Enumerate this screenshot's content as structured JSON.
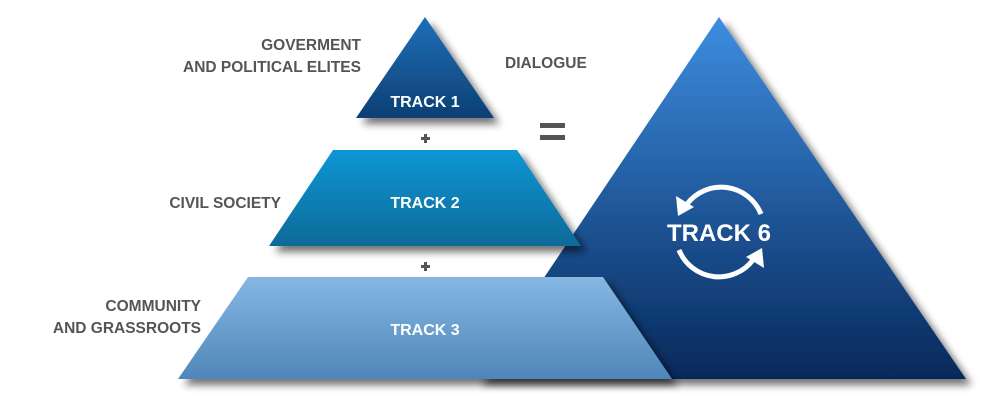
{
  "diagram": {
    "left_labels": {
      "track1_line1": "GOVERMENT",
      "track1_line2": "AND POLITICAL ELITES",
      "track2": "CIVIL SOCIETY",
      "track3_line1": "COMMUNITY",
      "track3_line2": "AND GRASSROOTS"
    },
    "dialogue_label": "DIALOGUE",
    "tracks": [
      {
        "label": "TRACK 1",
        "color_top": "#1e6fb8",
        "color_bottom": "#0d3f73"
      },
      {
        "label": "TRACK 2",
        "color_top": "#0896d4",
        "color_bottom": "#0a6a98"
      },
      {
        "label": "TRACK 3",
        "color_top": "#85b7e2",
        "color_bottom": "#4f86b9"
      }
    ],
    "result": {
      "label": "TRACK 6",
      "color_top": "#3d8de0",
      "color_bottom": "#06285a",
      "icon": "cycle-arrows-icon"
    },
    "operators": {
      "plus": "+",
      "equals": "="
    },
    "text_color": "#555558"
  }
}
